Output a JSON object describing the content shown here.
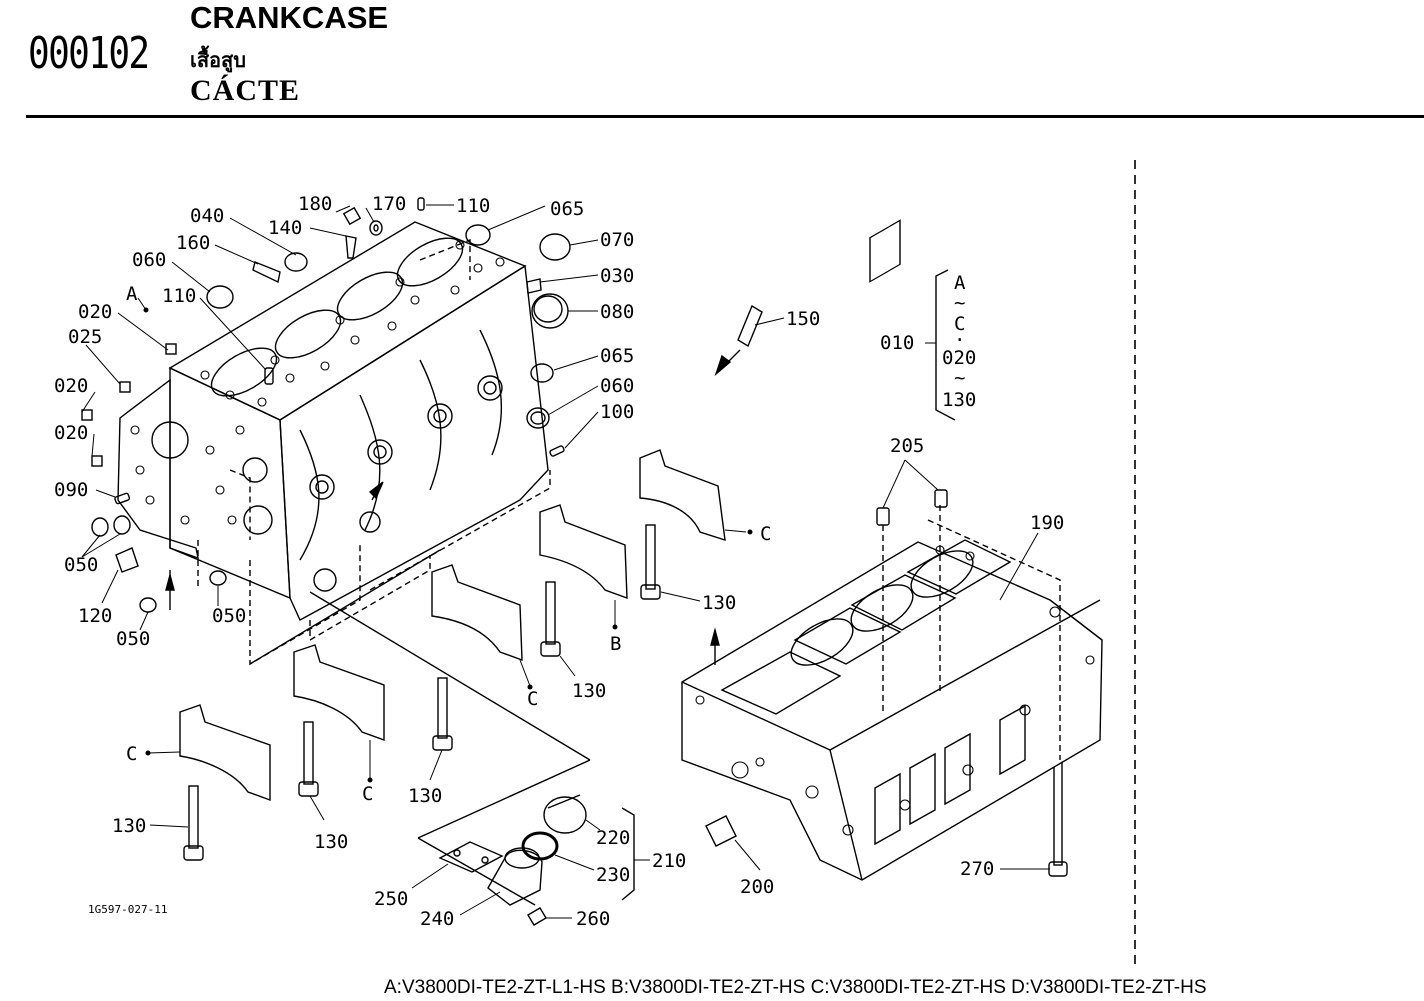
{
  "header": {
    "page_number": "000102",
    "title_en": "CRANKCASE",
    "title_th": "เสื้อสูบ",
    "title_fr": "CÁCTE"
  },
  "callouts": {
    "c180": "180",
    "c170": "170",
    "c110a": "110",
    "c065a": "065",
    "c040": "040",
    "c140": "140",
    "c070": "070",
    "c160": "160",
    "c030": "030",
    "c060a": "060",
    "c080": "080",
    "cA": "A",
    "c110b": "110",
    "c020a": "020",
    "c025": "025",
    "c065b": "065",
    "c020b": "020",
    "c060b": "060",
    "c100": "100",
    "c020c": "020",
    "c090": "090",
    "c050a": "050",
    "c120": "120",
    "c050b": "050",
    "c050c": "050",
    "c150": "150",
    "c010": "010",
    "r1": "A",
    "r2": "~",
    "r3": "C",
    "r4": "·",
    "r5": "020",
    "r6": "~",
    "r7": "130",
    "c205": "205",
    "c190": "190",
    "cC1": "C",
    "c130a": "130",
    "cB": "B",
    "c130b": "130",
    "cC2": "C",
    "cC3": "C",
    "c130c": "130",
    "cC4": "C",
    "c130d": "130",
    "c130e": "130",
    "c220": "220",
    "c230": "230",
    "c210": "210",
    "c250": "250",
    "c240": "240",
    "c260": "260",
    "c200": "200",
    "c270": "270",
    "ref": "1G597-027-11"
  },
  "footer": {
    "models": "A:V3800DI-TE2-ZT-L1-HS B:V3800DI-TE2-ZT-HS C:V3800DI-TE2-ZT-HS D:V3800DI-TE2-ZT-HS"
  }
}
